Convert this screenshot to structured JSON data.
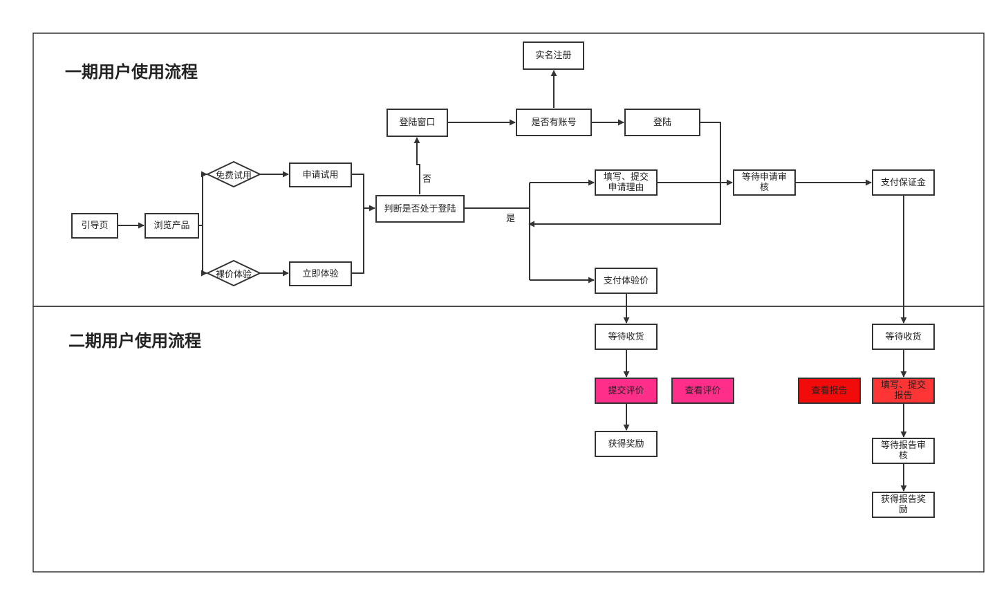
{
  "titles": {
    "phase1": "一期用户使用流程",
    "phase2": "二期用户使用流程"
  },
  "nodes": {
    "guide_page": "引导页",
    "browse_product": "浏览产品",
    "free_trial": "免费试用",
    "bare_price": "裸价体验",
    "apply_trial": "申请试用",
    "instant_exp": "立即体验",
    "check_login": "判断是否处于登陆",
    "login_window": "登陆窗口",
    "has_account": "是否有账号",
    "real_name_register": "实名注册",
    "login": "登陆",
    "fill_reason": "填写、提交申请理由",
    "wait_review": "等待申请审核",
    "pay_deposit": "支付保证金",
    "pay_exp_price": "支付体验价",
    "wait_receive_left": "等待收货",
    "wait_receive_right": "等待收货",
    "submit_review": "提交评价",
    "view_review": "查看评价",
    "view_report": "查看报告",
    "fill_report": "填写、提交报告",
    "get_reward": "获得奖励",
    "wait_report_review": "等待报告审核",
    "get_report_reward": "获得报告奖励"
  },
  "edge_labels": {
    "no": "否",
    "yes": "是"
  },
  "colors": {
    "line": "#333333",
    "pink": "#ff2e8a",
    "red": "#f10b0b",
    "lightred": "#ff3535"
  }
}
